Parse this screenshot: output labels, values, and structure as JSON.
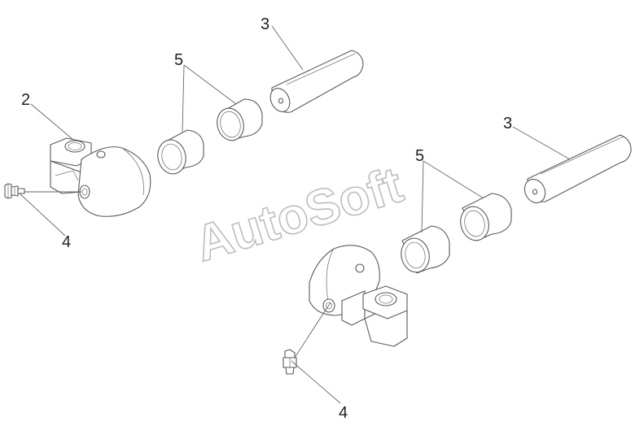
{
  "diagram": {
    "callouts": [
      {
        "id": "c3a",
        "text": "3"
      },
      {
        "id": "c5a",
        "text": "5"
      },
      {
        "id": "c2",
        "text": "2"
      },
      {
        "id": "c4a",
        "text": "4"
      },
      {
        "id": "c3b",
        "text": "3"
      },
      {
        "id": "c5b",
        "text": "5"
      },
      {
        "id": "c4b",
        "text": "4"
      }
    ],
    "watermark": "AutoSoft"
  }
}
